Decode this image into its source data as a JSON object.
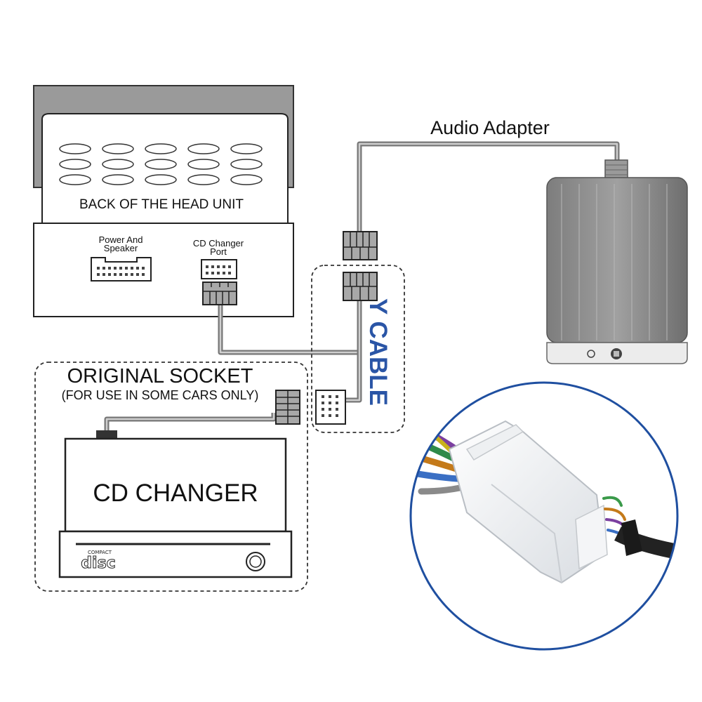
{
  "labels": {
    "audio_adapter": "Audio Adapter",
    "head_unit": "BACK OF THE HEAD UNIT",
    "power_speaker_line1": "Power And",
    "power_speaker_line2": "Speaker",
    "cd_port_line1": "CD Changer",
    "cd_port_line2": "Port",
    "y_cable": "Y CABLE",
    "original_socket": "ORIGINAL SOCKET",
    "original_socket_note": "(FOR USE IN SOME CARS ONLY)",
    "cd_changer": "CD CHANGER",
    "disc_logo_small": "COMPACT",
    "disc_logo": "disc"
  },
  "colors": {
    "cable": "#8a8a8a",
    "cable_core": "#d0d0d0",
    "y_cable_text": "#2a55a6",
    "adapter_body": "#8f8f8f",
    "photo_ring": "#1f4fa0"
  }
}
